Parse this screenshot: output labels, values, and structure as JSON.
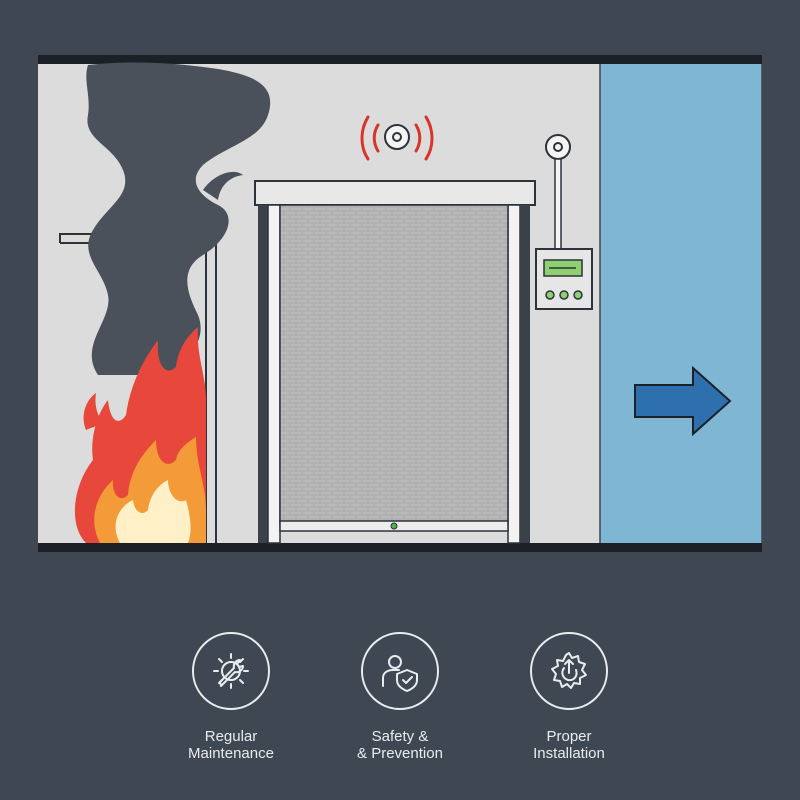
{
  "scene": {
    "wall_color": "#dcdcdc",
    "corridor_color": "#7fb6d3",
    "shutter_color": "#a7a7a7",
    "fire_colors": [
      "#e8483b",
      "#f29b38",
      "#fff0c8"
    ],
    "smoke_color": "#4a515a",
    "alarm_wave_color": "#d9342b",
    "panel_display_color": "#8fd071",
    "arrow_color": "#2e6fae",
    "icons": [
      "fire-icon",
      "smoke-icon",
      "alarm-sensor-icon",
      "control-panel-icon",
      "exit-arrow-icon"
    ]
  },
  "features": [
    {
      "icon": "gear-wrench-icon",
      "line1": "Regular",
      "line2": "Maintenance"
    },
    {
      "icon": "person-shield-icon",
      "line1": "Safety &",
      "line2": "& Prevention"
    },
    {
      "icon": "gear-power-icon",
      "line1": "Proper",
      "line2": "Installation"
    }
  ]
}
